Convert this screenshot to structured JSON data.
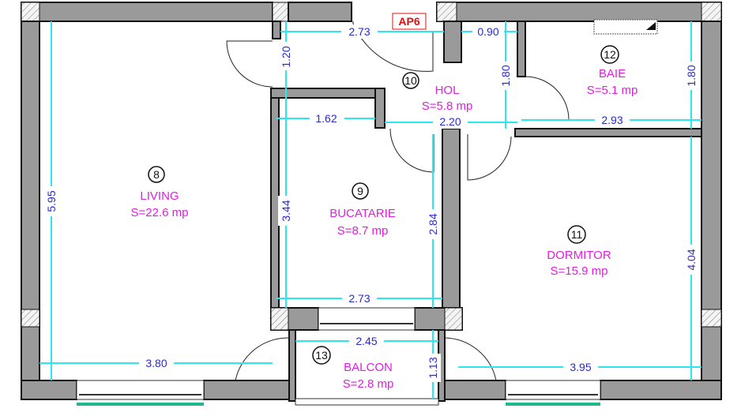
{
  "plan": {
    "apartment_label": "AP6",
    "rooms": [
      {
        "id": "living",
        "number": "8",
        "name": "LIVING",
        "area": "S=22.6 mp"
      },
      {
        "id": "bucatarie",
        "number": "9",
        "name": "BUCATARIE",
        "area": "S=8.7 mp"
      },
      {
        "id": "hol",
        "number": "10",
        "name": "HOL",
        "area": "S=5.8 mp"
      },
      {
        "id": "dormitor",
        "number": "11",
        "name": "DORMITOR",
        "area": "S=15.9 mp"
      },
      {
        "id": "baie",
        "number": "12",
        "name": "BAIE",
        "area": "S=5.1 mp"
      },
      {
        "id": "balcon",
        "number": "13",
        "name": "BALCON",
        "area": "S=2.8 mp"
      }
    ],
    "dimensions": {
      "hol_width_top": "2.73",
      "hol_niche": "0.90",
      "hol_entry_height": "1.20",
      "hol_height": "1.80",
      "baie_height": "1.80",
      "living_height": "5.95",
      "living_width": "3.80",
      "bucatarie_top_width": "1.62",
      "hol_bottom_width": "2.20",
      "baie_width": "2.93",
      "bucatarie_height": "3.44",
      "bucatarie_right_height": "2.84",
      "bucatarie_width": "2.73",
      "balcon_width": "2.45",
      "balcon_depth": "1.13",
      "dormitor_height": "4.04",
      "dormitor_width": "3.95"
    },
    "colors": {
      "wall": "#9a9a9a",
      "dimension_line": "#2ee6f0",
      "dimension_text": "#2a2ad0",
      "room_text": "#e21ee0",
      "apartment_label": "#e01010",
      "window_glass": "#20b890"
    }
  }
}
